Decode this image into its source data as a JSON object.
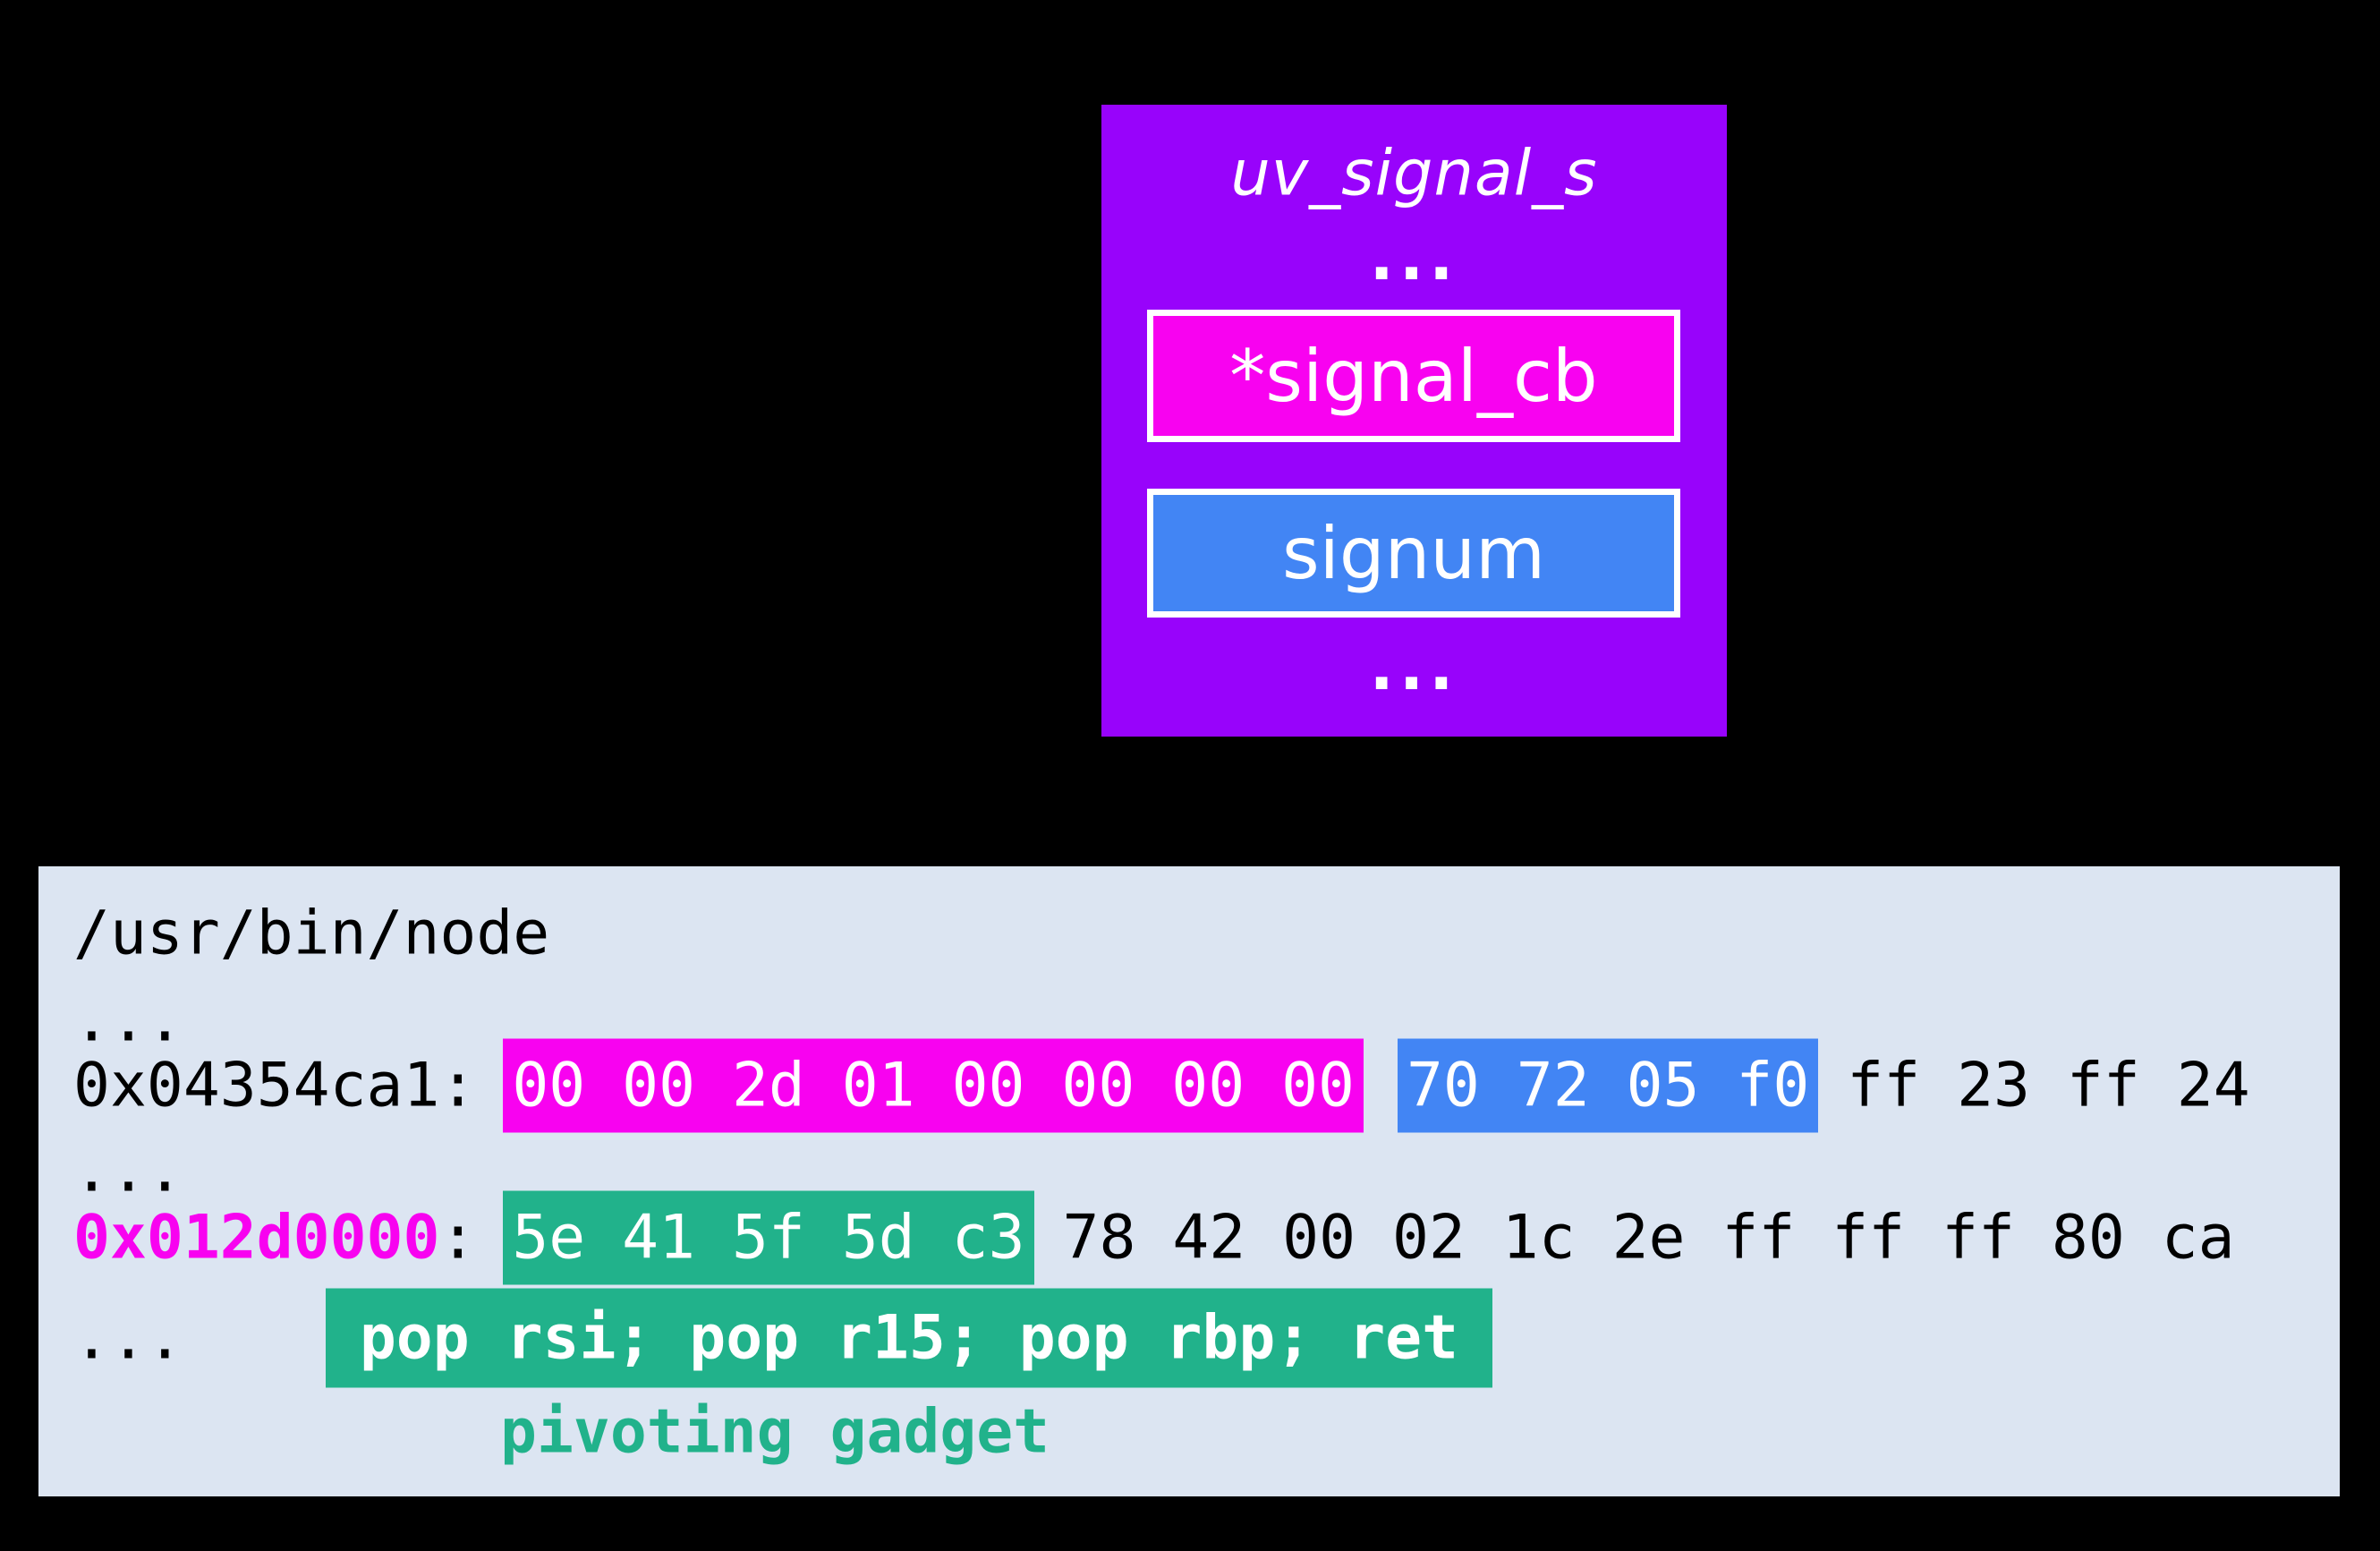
{
  "colors": {
    "background": "#000000",
    "struct-purple": "#9803FB",
    "magenta": "#F802F0",
    "blue": "#4285F4",
    "teal": "#21B28B",
    "panel-bg": "#DCE5F2",
    "white": "#FFFFFF",
    "text-black": "#000000"
  },
  "struct": {
    "title": "uv_signal_s",
    "ellipsis": "...",
    "fields": [
      {
        "label": "*signal_cb",
        "color_key": "magenta"
      },
      {
        "label": "signum",
        "color_key": "blue"
      }
    ]
  },
  "panel": {
    "binary_path": "/usr/bin/node",
    "ellipsis": "...",
    "row1": {
      "address": "0x04354ca1:",
      "cb_bytes": "00 00 2d 01 00 00 00 00",
      "signum_bytes": "70 72 05 f0",
      "tail": "ff 23 ff 24"
    },
    "row2": {
      "address": "0x012d0000",
      "colon": ":",
      "gadget_bytes": "5e 41 5f 5d c3",
      "tail": "78 42 00 02 1c 2e ff ff ff 80 ca"
    },
    "gadget_instructions": "pop rsi; pop r15; pop rbp; ret",
    "caption": "pivoting gadget"
  }
}
